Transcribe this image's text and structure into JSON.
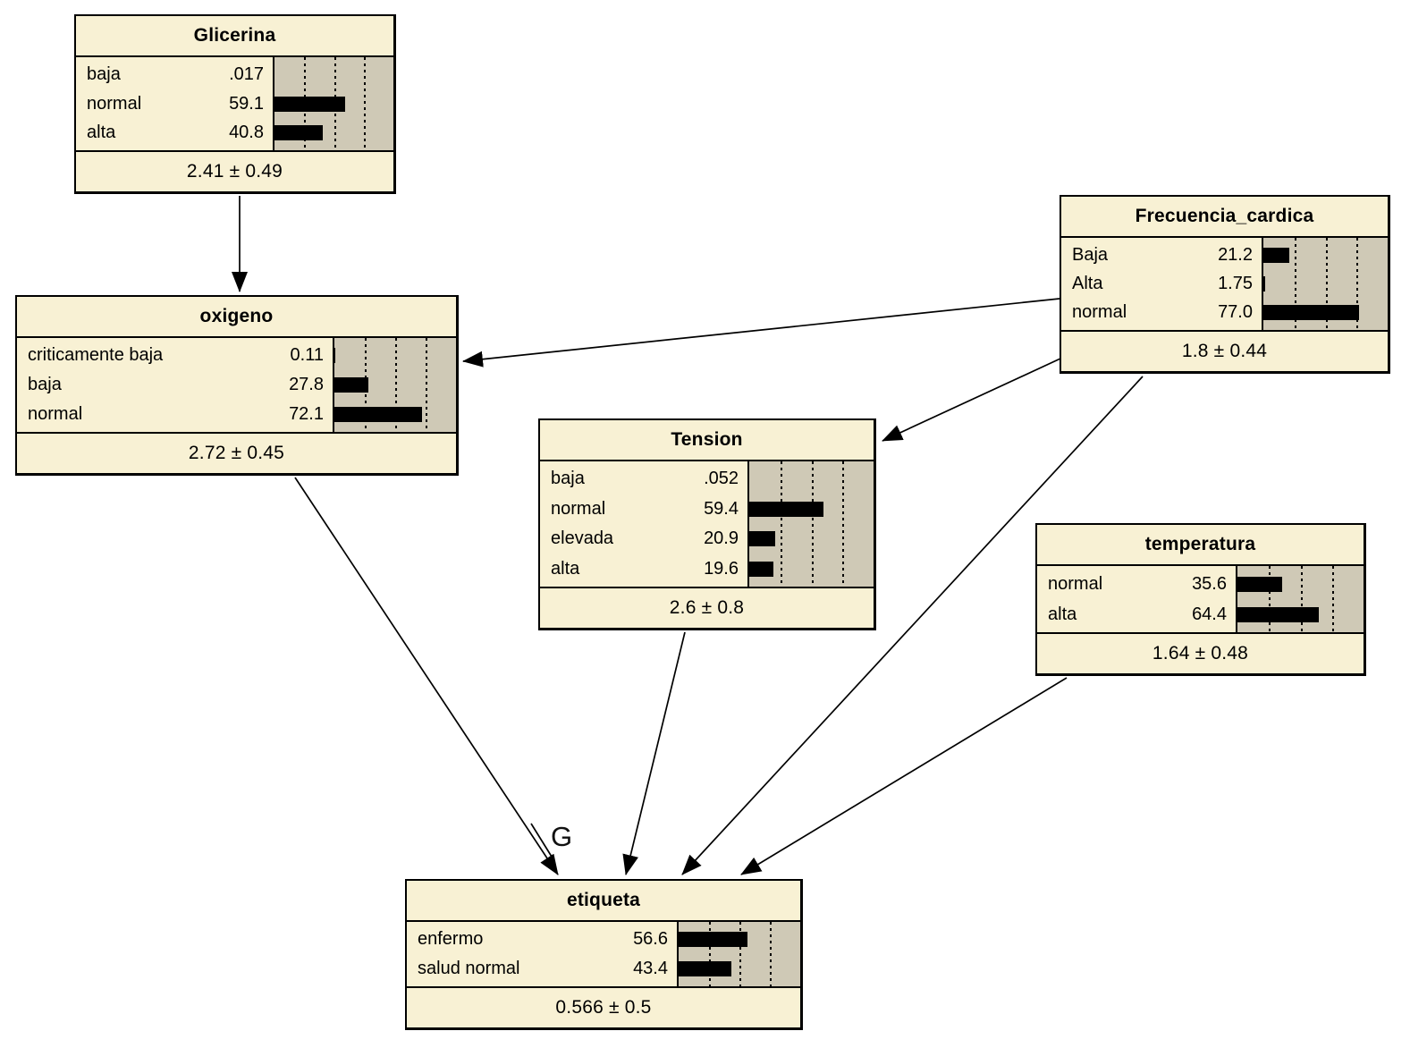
{
  "diagram": {
    "kind": "bayesian-network",
    "colors": {
      "node_fill": "#f8f1d4",
      "bar_track": "#cfc9b6",
      "bar_fill": "#000000",
      "border": "#000000",
      "background": "#ffffff"
    },
    "nodes": [
      {
        "id": "glicerina",
        "title": "Glicerina",
        "mean": "2.41 ± 0.49",
        "states": [
          {
            "label": "baja",
            "value": ".017",
            "pct": 0.017
          },
          {
            "label": "normal",
            "value": "59.1",
            "pct": 59.1
          },
          {
            "label": "alta",
            "value": "40.8",
            "pct": 40.8
          }
        ]
      },
      {
        "id": "frecuencia_cardica",
        "title": "Frecuencia_cardica",
        "mean": "1.8 ± 0.44",
        "states": [
          {
            "label": "Baja",
            "value": "21.2",
            "pct": 21.2
          },
          {
            "label": "Alta",
            "value": "1.75",
            "pct": 1.75
          },
          {
            "label": "normal",
            "value": "77.0",
            "pct": 77.0
          }
        ]
      },
      {
        "id": "oxigeno",
        "title": "oxigeno",
        "mean": "2.72 ± 0.45",
        "states": [
          {
            "label": "criticamente baja",
            "value": "0.11",
            "pct": 0.11
          },
          {
            "label": "baja",
            "value": "27.8",
            "pct": 27.8
          },
          {
            "label": "normal",
            "value": "72.1",
            "pct": 72.1
          }
        ]
      },
      {
        "id": "tension",
        "title": "Tension",
        "mean": "2.6 ± 0.8",
        "states": [
          {
            "label": "baja",
            "value": ".052",
            "pct": 0.052
          },
          {
            "label": "normal",
            "value": "59.4",
            "pct": 59.4
          },
          {
            "label": "elevada",
            "value": "20.9",
            "pct": 20.9
          },
          {
            "label": "alta",
            "value": "19.6",
            "pct": 19.6
          }
        ]
      },
      {
        "id": "temperatura",
        "title": "temperatura",
        "mean": "1.64 ± 0.48",
        "states": [
          {
            "label": "normal",
            "value": "35.6",
            "pct": 35.6
          },
          {
            "label": "alta",
            "value": "64.4",
            "pct": 64.4
          }
        ]
      },
      {
        "id": "etiqueta",
        "title": "etiqueta",
        "mean": "0.566 ± 0.5",
        "states": [
          {
            "label": "enfermo",
            "value": "56.6",
            "pct": 56.6
          },
          {
            "label": "salud normal",
            "value": "43.4",
            "pct": 43.4
          }
        ]
      }
    ],
    "edges": [
      {
        "from": "Glicerina",
        "to": "oxigeno"
      },
      {
        "from": "Frecuencia_cardica",
        "to": "oxigeno"
      },
      {
        "from": "Frecuencia_cardica",
        "to": "Tension"
      },
      {
        "from": "oxigeno",
        "to": "etiqueta",
        "label": "G"
      },
      {
        "from": "Tension",
        "to": "etiqueta"
      },
      {
        "from": "Frecuencia_cardica",
        "to": "etiqueta"
      },
      {
        "from": "temperatura",
        "to": "etiqueta"
      }
    ]
  }
}
